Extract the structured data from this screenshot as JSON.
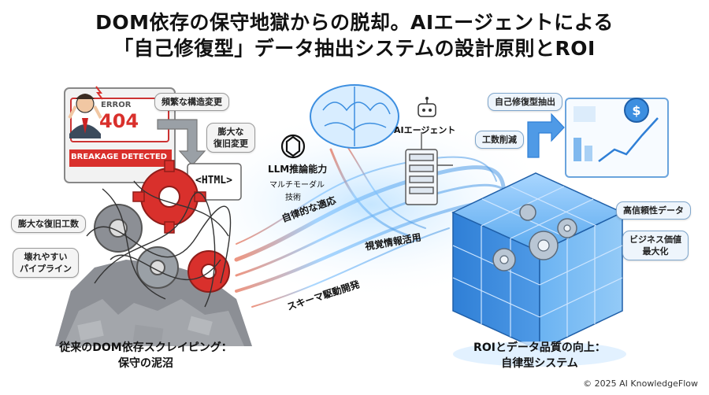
{
  "title": {
    "line1": "DOM依存の保守地獄からの脱却。AIエージェントによる",
    "line2": "「自己修復型」データ抽出システムの設計原則とROI"
  },
  "left": {
    "error_code": "404",
    "error_word": "ERROR",
    "breakage": "BREAKAGE DETECTED",
    "html_tag": "<HTML>",
    "bubbles": {
      "frequent": "頻繁な構造変更",
      "huge_line1": "膨大な",
      "huge_line2": "復旧変更",
      "recovery": "膨大な復旧工数",
      "fragile_line1": "壊れやすい",
      "fragile_line2": "パイプライン"
    },
    "caption_line1": "従来のDOM依存スクレイピング：",
    "caption_line2": "保守の泥沼"
  },
  "middle": {
    "llm_line1": "LLM推論能力",
    "llm_line2": "マルチモーダル",
    "llm_line3": "技術",
    "agent": "AIエージェント",
    "autonomous": "自律的な適応",
    "visual": "視覚情報活用",
    "schema": "スキーマ駆動開発"
  },
  "right": {
    "bubbles": {
      "self_repair": "自己修復型抽出",
      "cost": "工数削減",
      "reliable": "高信頼性データ",
      "value_line1": "ビジネス価値",
      "value_line2": "最大化"
    },
    "caption_line1": "ROIとデータ品質の向上：",
    "caption_line2": "自律型システム"
  },
  "footer": {
    "copyright": "© 2025 AI KnowledgeFlow"
  },
  "colors": {
    "accent_red": "#d9302c",
    "accent_blue": "#3d8fe0",
    "gear_gray": "#8c8f95"
  }
}
